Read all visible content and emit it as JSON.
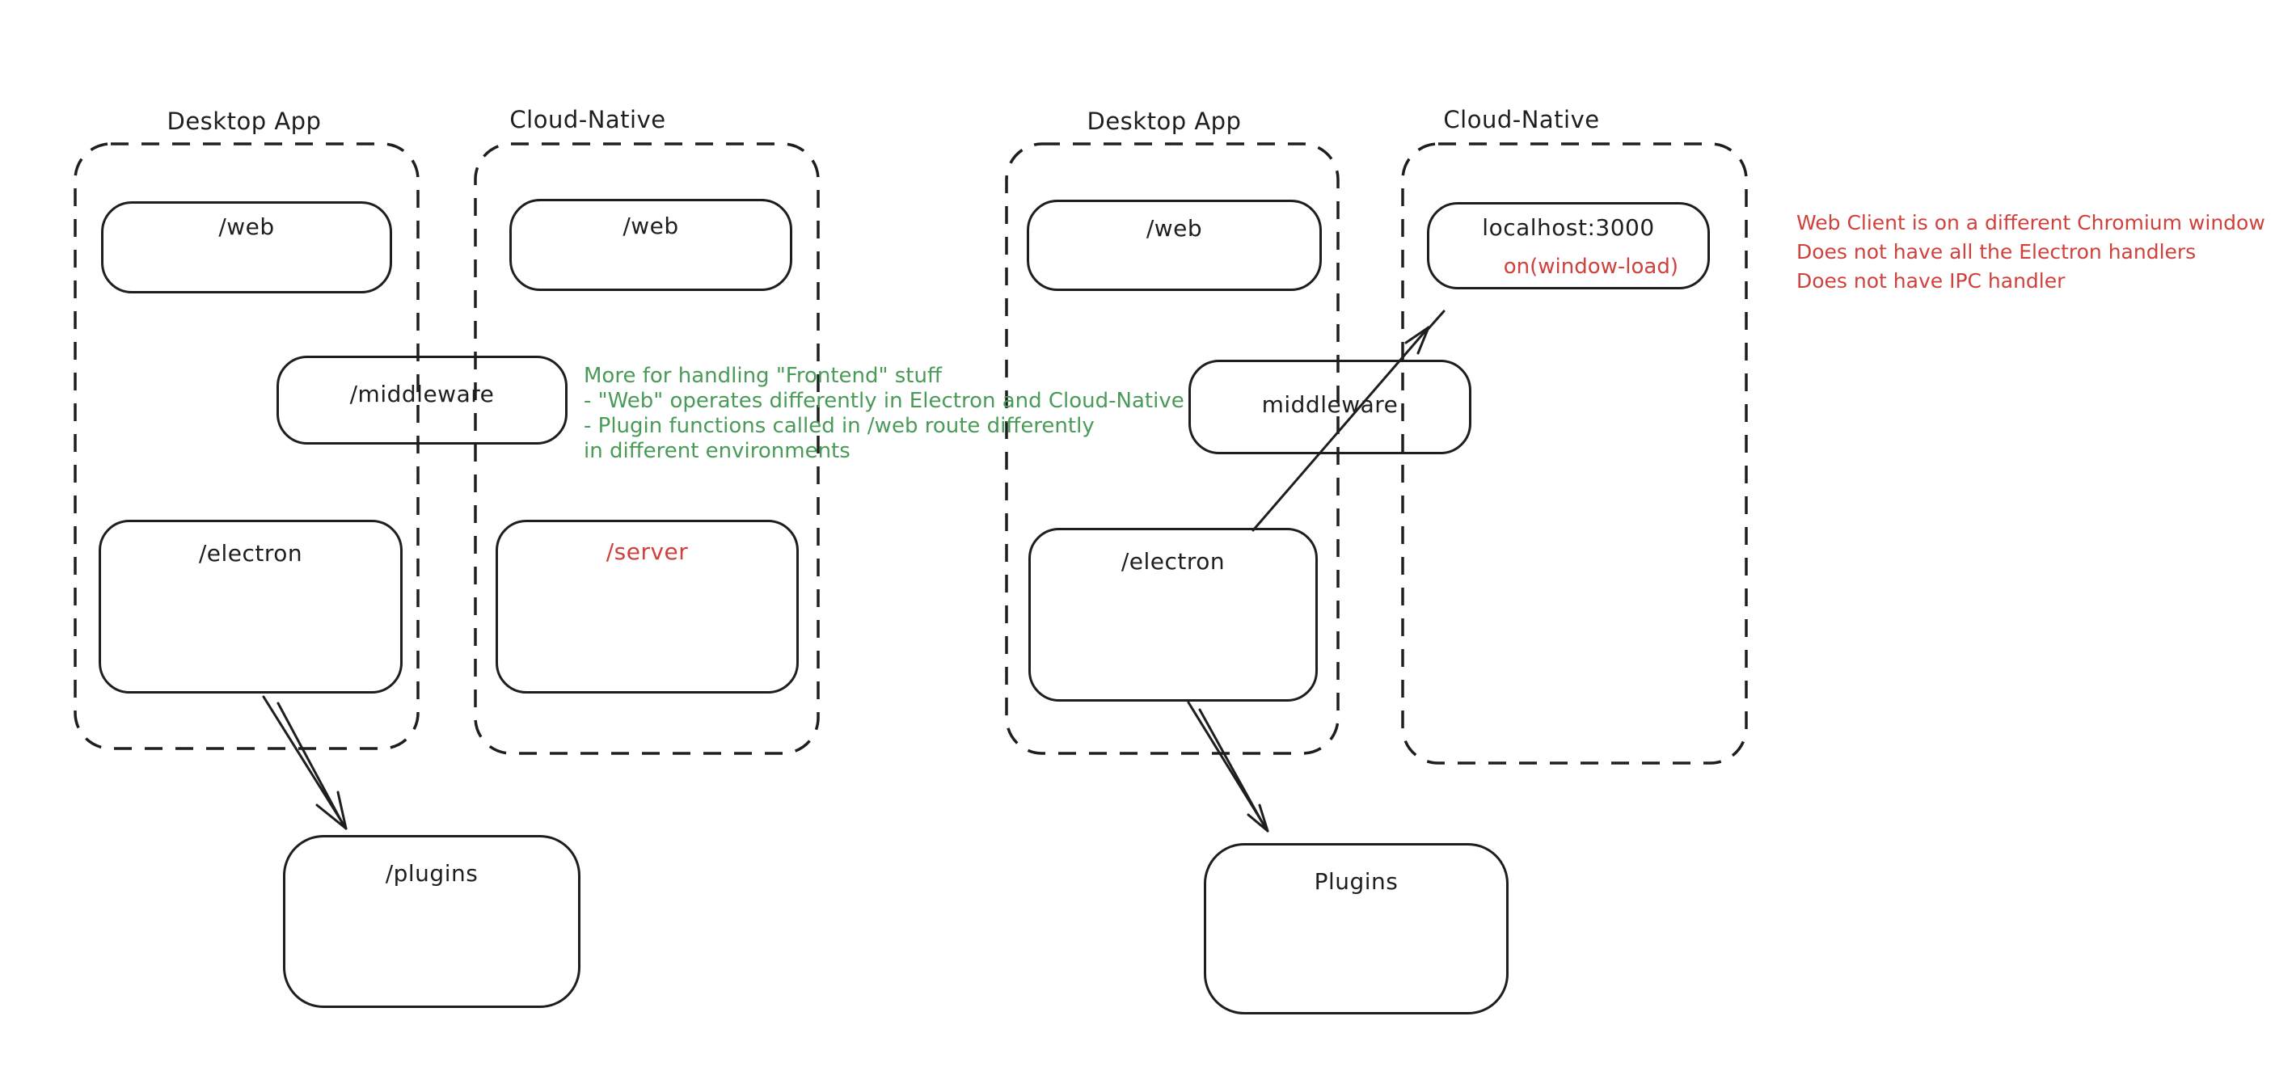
{
  "colors": {
    "stroke": "#1e1e1e",
    "red": "#cf413c",
    "green": "#4a9a58",
    "background": "#ffffff"
  },
  "left": {
    "desktop_label": "Desktop App",
    "cloud_label": "Cloud-Native",
    "desktop_web": "/web",
    "cloud_web": "/web",
    "middleware": "/middleware",
    "desktop_electron": "/electron",
    "cloud_server": "/server",
    "plugins": "/plugins",
    "note_lines": [
      "More for handling \"Frontend\" stuff",
      "- \"Web\" operates differently in Electron and Cloud-Native",
      "- Plugin functions called in /web route differently",
      "in different environments"
    ]
  },
  "right": {
    "desktop_label": "Desktop App",
    "cloud_label": "Cloud-Native",
    "desktop_web": "/web",
    "localhost": "localhost:3000",
    "window_event": "on(window-load)",
    "middleware": "middleware",
    "desktop_electron": "/electron",
    "plugins": "Plugins",
    "note_lines": [
      "Web Client is on a different Chromium window",
      "Does not have all the Electron handlers",
      "Does not have IPC handler"
    ]
  }
}
